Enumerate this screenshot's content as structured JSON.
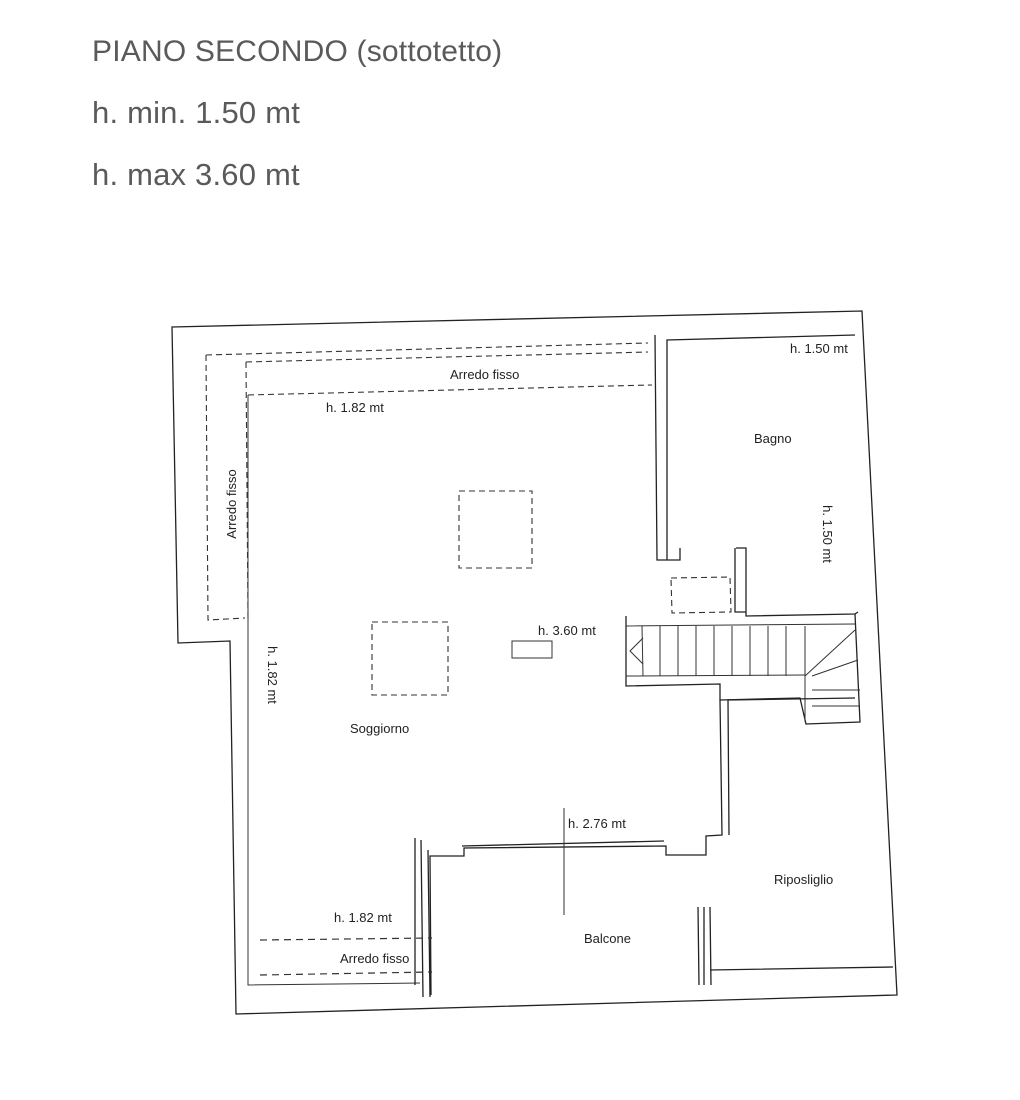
{
  "header": {
    "title": "PIANO SECONDO (sottotetto)",
    "h_min": "h. min. 1.50 mt",
    "h_max": "h. max 3.60 mt"
  },
  "plan": {
    "labels": {
      "arredo_fisso_top": "Arredo fisso",
      "arredo_fisso_left": "Arredo fisso",
      "arredo_fisso_bottom": "Arredo fisso",
      "h_182_top": "h. 1.82 mt",
      "h_182_left": "h. 1.82 mt",
      "h_182_bottom": "h. 1.82 mt",
      "h_150_top": "h. 1.50 mt",
      "h_150_right": "h. 1.50 mt",
      "h_360": "h. 3.60 mt",
      "h_276": "h. 2.76 mt",
      "bagno": "Bagno",
      "soggiorno": "Soggiorno",
      "riposliglio": "Riposliglio",
      "balcone": "Balcone"
    }
  }
}
